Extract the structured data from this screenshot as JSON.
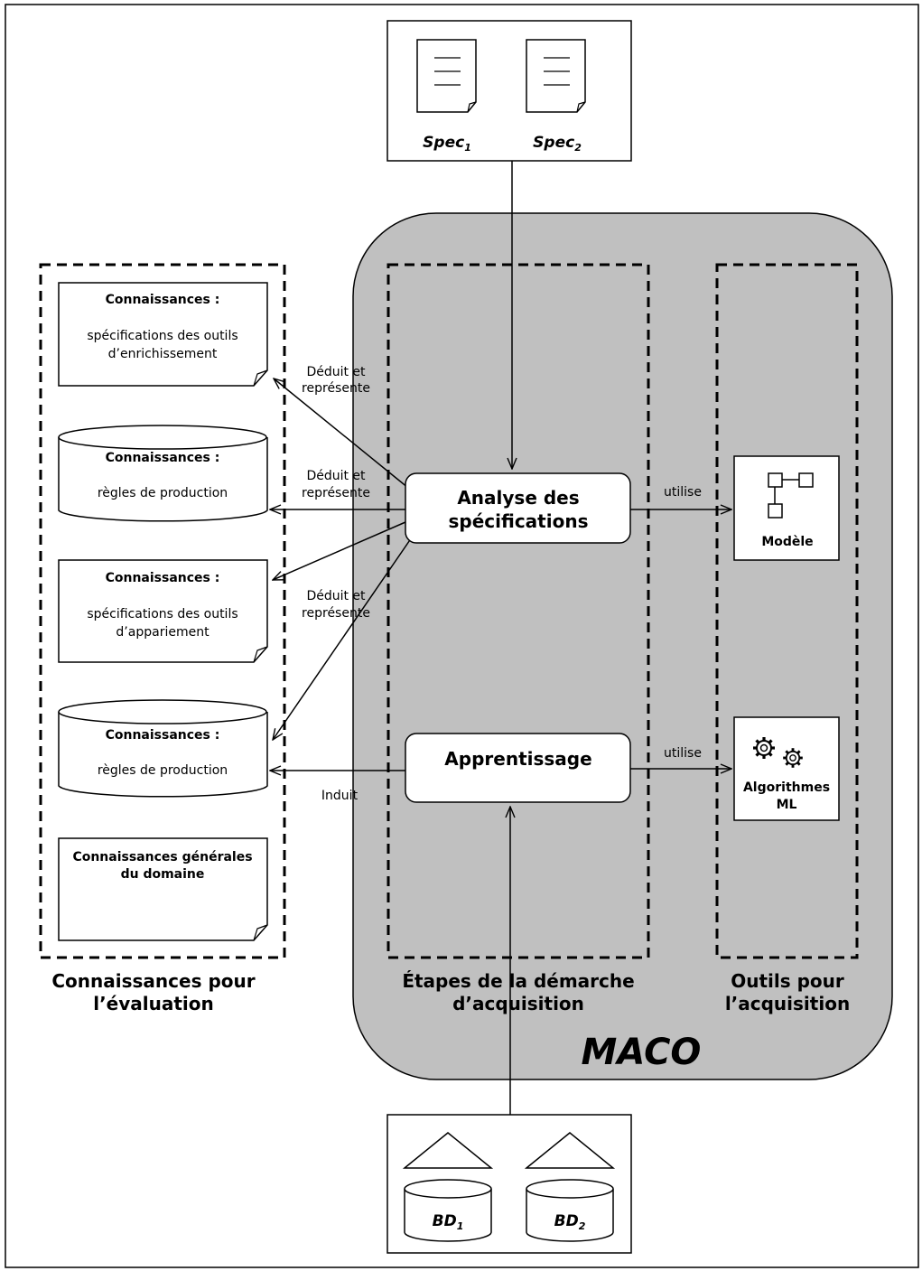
{
  "sources": {
    "spec1": {
      "base": "Spec",
      "sub": "1"
    },
    "spec2": {
      "base": "Spec",
      "sub": "2"
    },
    "bd1": {
      "base": "BD",
      "sub": "1"
    },
    "bd2": {
      "base": "BD",
      "sub": "2"
    }
  },
  "maco": {
    "title": "MACO"
  },
  "knowledge": {
    "k1": {
      "title": "Connaissances :",
      "line1": "spécifications des outils",
      "line2": "d’enrichissement"
    },
    "k2": {
      "title": "Connaissances :",
      "line1": "règles de production"
    },
    "k3": {
      "title": "Connaissances :",
      "line1": "spécifications des outils",
      "line2": "d’appariement"
    },
    "k4": {
      "title": "Connaissances :",
      "line1": "règles de production"
    },
    "k5": {
      "line1": "Connaissances générales",
      "line2": "du domaine"
    }
  },
  "steps": {
    "analyse": {
      "line1": "Analyse des",
      "line2": "spécifications"
    },
    "apprentissage": {
      "label": "Apprentissage"
    }
  },
  "tools": {
    "modele": {
      "label": "Modèle"
    },
    "algos": {
      "line1": "Algorithmes",
      "line2": "ML"
    }
  },
  "arrows": {
    "deduit1": {
      "line1": "Déduit et",
      "line2": "représente"
    },
    "deduit2": {
      "line1": "Déduit et",
      "line2": "représente"
    },
    "deduit3": {
      "line1": "Déduit et",
      "line2": "représente"
    },
    "induit": "Induit",
    "utilise1": "utilise",
    "utilise2": "utilise"
  },
  "groups": {
    "knowledge": {
      "line1": "Connaissances pour",
      "line2": "l’évaluation"
    },
    "steps": {
      "line1": "Étapes de la démarche",
      "line2": "d’acquisition"
    },
    "tools": {
      "line1": "Outils pour",
      "line2": "l’acquisition"
    }
  }
}
